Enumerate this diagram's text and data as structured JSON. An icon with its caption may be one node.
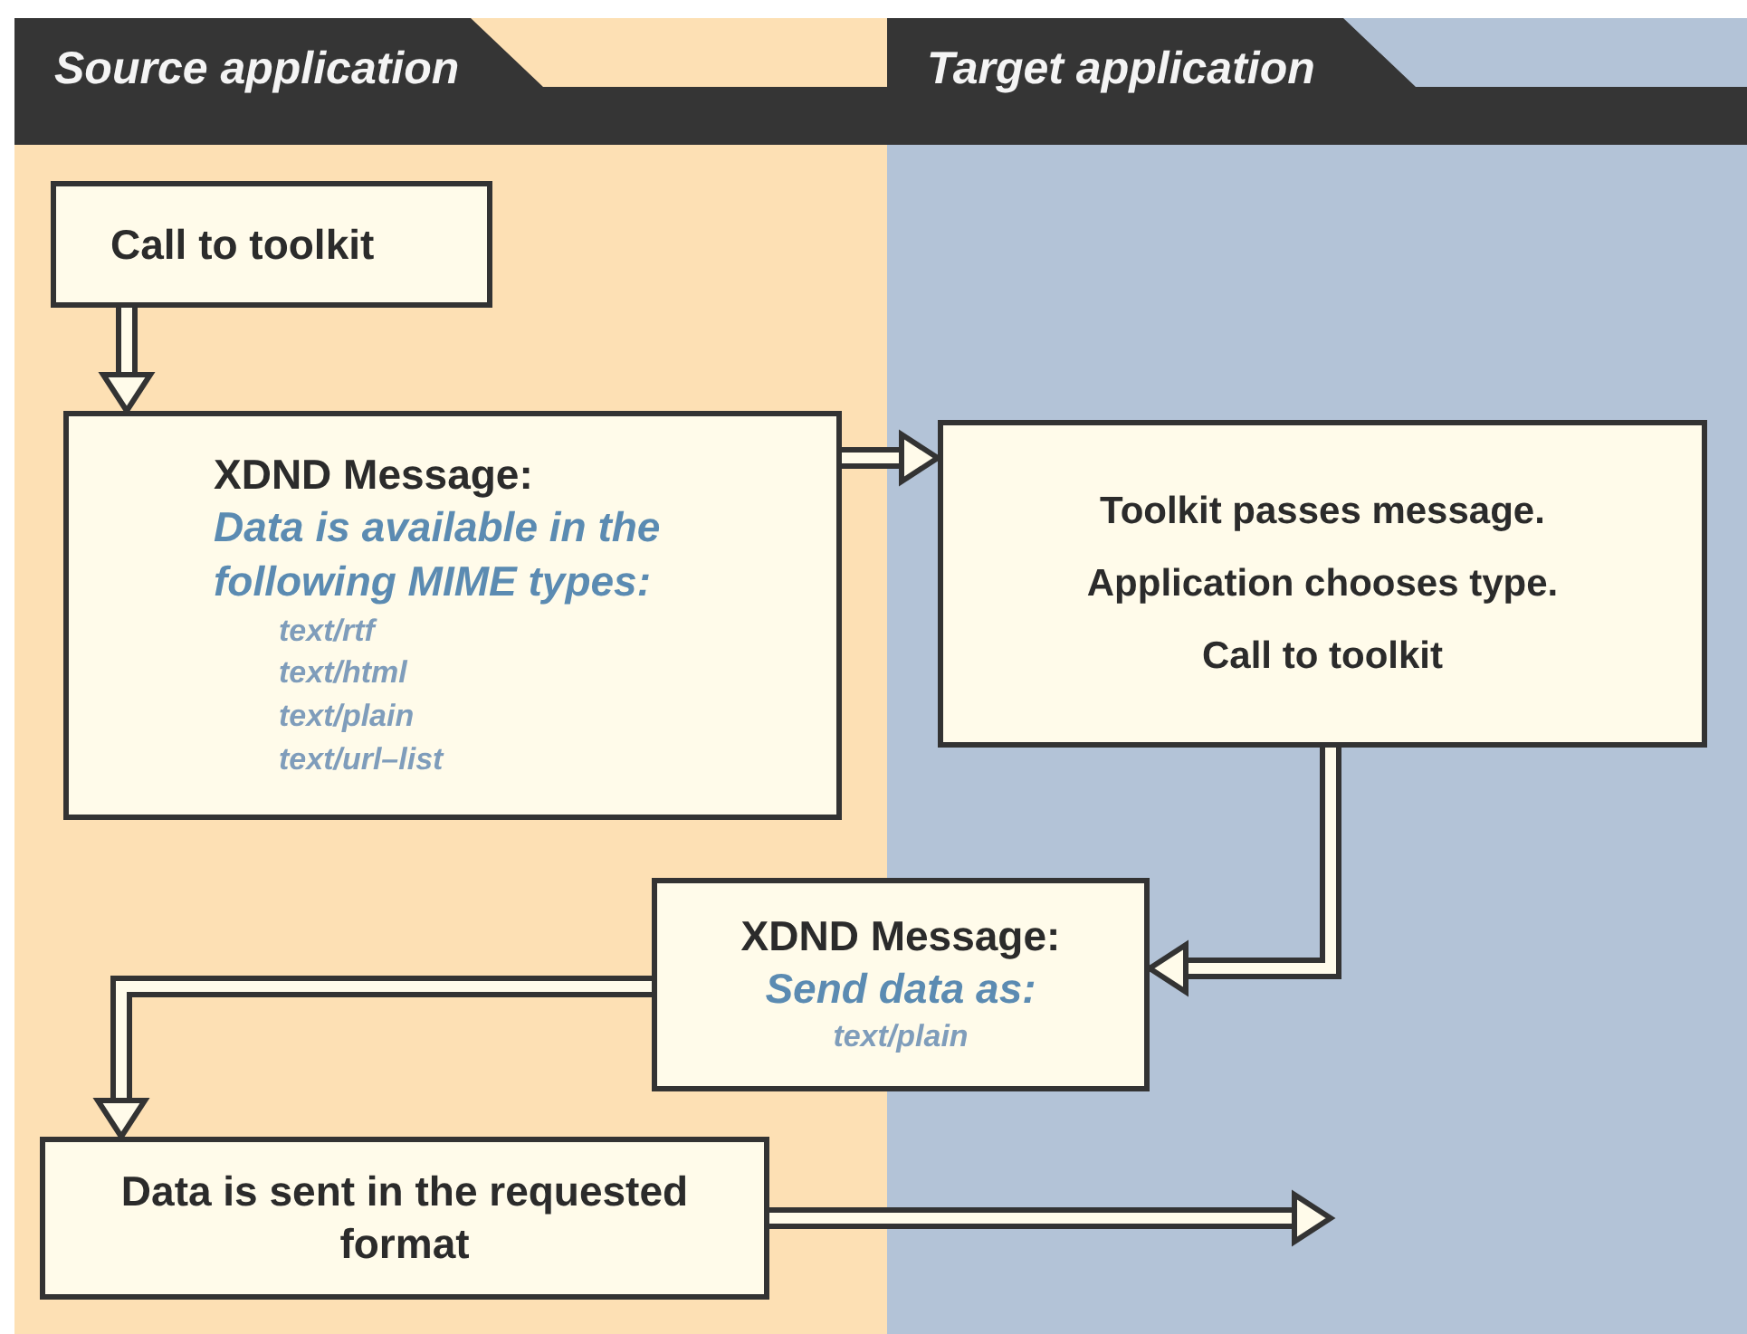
{
  "diagram": {
    "nodes": [
      {
        "text": [
          "Source application"
        ]
      },
      {
        "text": [
          "Target application"
        ]
      },
      {
        "text": [
          "Call to toolkit"
        ],
        "in": 0
      },
      {
        "text": [
          "XDND Message:",
          "Data is available in the following MIME types:",
          "text/rtf",
          "text/html",
          "text/plain",
          "text/url–list"
        ],
        "in": 0
      },
      {
        "text": [
          "Toolkit passes message.",
          "Application chooses type.",
          "Call to toolkit"
        ],
        "in": 1
      },
      {
        "text": [
          "XDND Message:",
          "Send data as:",
          "text/plain"
        ]
      },
      {
        "text": [
          "Data is sent in the requested format"
        ],
        "in": 0
      }
    ],
    "edges": [
      {
        "from": 2,
        "to": 3,
        "arrow": "to"
      },
      {
        "from": 3,
        "to": 4,
        "arrow": "to"
      },
      {
        "from": 4,
        "to": 5,
        "arrow": "to"
      },
      {
        "from": 5,
        "to": 6,
        "arrow": "to"
      },
      {
        "from": 6,
        "to": null,
        "arrow": "to"
      }
    ]
  }
}
